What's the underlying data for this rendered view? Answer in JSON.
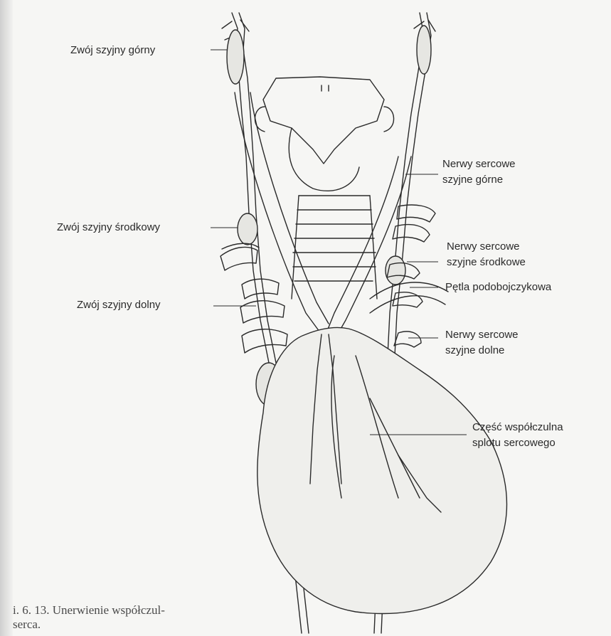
{
  "labels": {
    "superior_cervical_ganglion": "Zwój szyjny górny",
    "superior_cervical_cardiac_nerves": [
      "Nerwy sercowe",
      "szyjne górne"
    ],
    "middle_cervical_ganglion": "Zwój szyjny środkowy",
    "middle_cervical_cardiac_nerves": [
      "Nerwy sercowe",
      "szyjne środkowe"
    ],
    "subclavian_loop": "Pętla podobojczykowa",
    "inferior_cervical_ganglion": "Zwój szyjny dolny",
    "inferior_cervical_cardiac_nerves": [
      "Nerwy sercowe",
      "szyjne dolne"
    ],
    "cardiac_plexus_sympathetic_part": [
      "Część współczulna",
      "splotu sercowego"
    ]
  },
  "caption": {
    "line1": "i. 6. 13. Unerwienie współczul-",
    "line2": "serca."
  },
  "colors": {
    "background": "#f6f6f4",
    "ink": "#2a2a2a",
    "caption_ink": "#4a4a4a"
  }
}
